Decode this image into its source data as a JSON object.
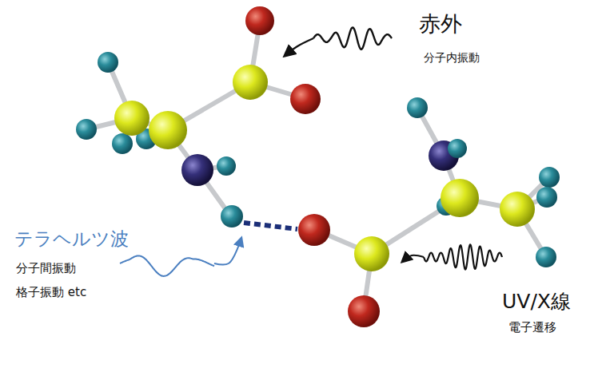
{
  "diagram": {
    "labels": [
      "赤外",
      "分子内振動",
      "テラヘルツ波",
      "分子間振動",
      "格子振動 etc",
      "UV/X線",
      "電子遷移"
    ]
  }
}
